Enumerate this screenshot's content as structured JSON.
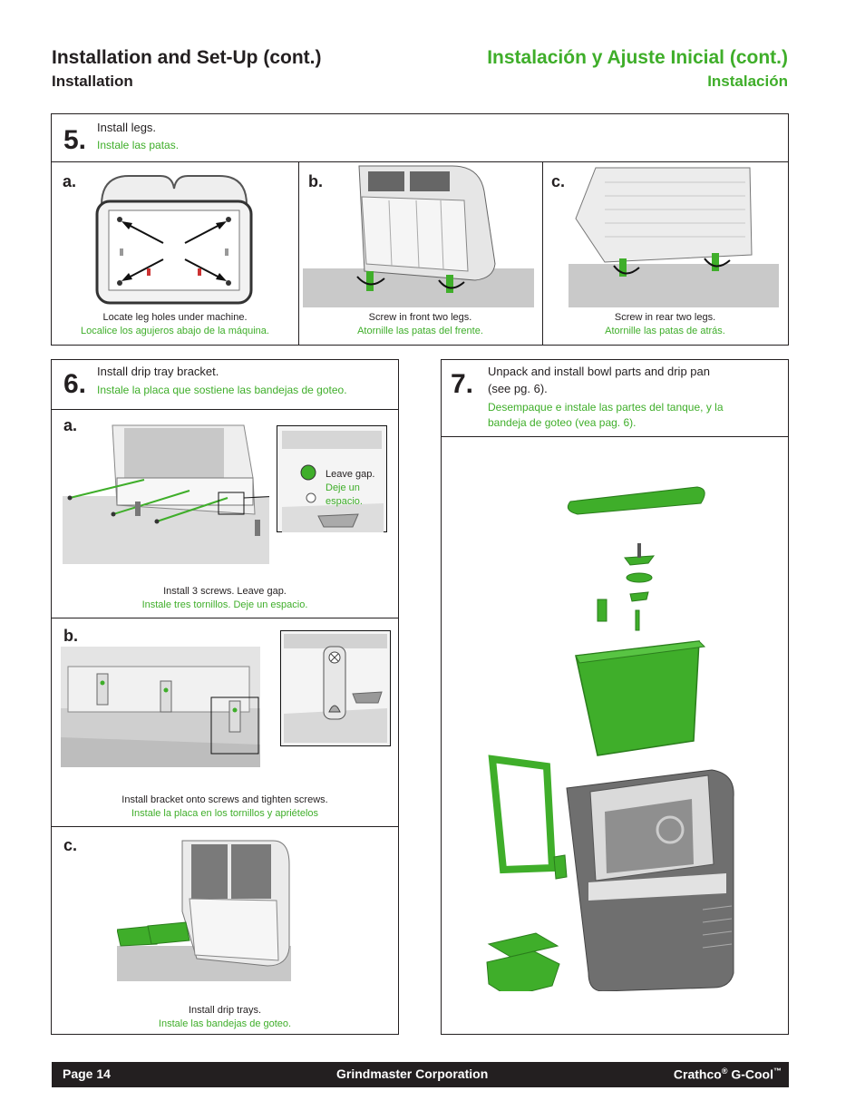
{
  "header": {
    "title_en": "Installation and Set-Up (cont.)",
    "subtitle_en": "Installation",
    "title_es": "Instalación y Ajuste Inicial (cont.)",
    "subtitle_es": "Instalación"
  },
  "step5": {
    "number": "5.",
    "text_en": "Install legs.",
    "text_es": "Instale las patas.",
    "a": {
      "label": "a.",
      "caption_en": "Locate leg holes under machine.",
      "caption_es": "Localice los agujeros abajo de la máquina."
    },
    "b": {
      "label": "b.",
      "caption_en": "Screw in front two legs.",
      "caption_es": "Atornille las patas del frente."
    },
    "c": {
      "label": "c.",
      "caption_en": "Screw in rear two legs.",
      "caption_es": "Atornille las patas de atrás."
    }
  },
  "step6": {
    "number": "6.",
    "text_en": "Install drip tray bracket.",
    "text_es": "Instale la placa que sostiene las bandejas de goteo.",
    "a": {
      "label": "a.",
      "callout_en": "Leave gap.",
      "callout_es_1": "Deje un",
      "callout_es_2": "espacio.",
      "caption_en": "Install 3 screws. Leave gap.",
      "caption_es": "Instale tres tornillos.  Deje un espacio."
    },
    "b": {
      "label": "b.",
      "caption_en": "Install bracket onto screws and tighten screws.",
      "caption_es": "Instale la placa en los tornillos y apriételos"
    },
    "c": {
      "label": "c.",
      "caption_en": "Install drip trays.",
      "caption_es": "Instale las bandejas de goteo."
    }
  },
  "step7": {
    "number": "7.",
    "text_en_1": "Unpack and install bowl parts and drip pan",
    "text_en_2": "(see pg. 6).",
    "text_es_1": "Desempaque e instale las partes del tanque, y la",
    "text_es_2": "bandeja de goteo (vea pag. 6)."
  },
  "footer": {
    "page": "Page 14",
    "company": "Grindmaster Corporation",
    "brand": "Crathco",
    "reg": "®",
    "product": " G-Cool",
    "tm": "™"
  },
  "colors": {
    "green": "#3fae2a",
    "dark": "#231f20"
  }
}
